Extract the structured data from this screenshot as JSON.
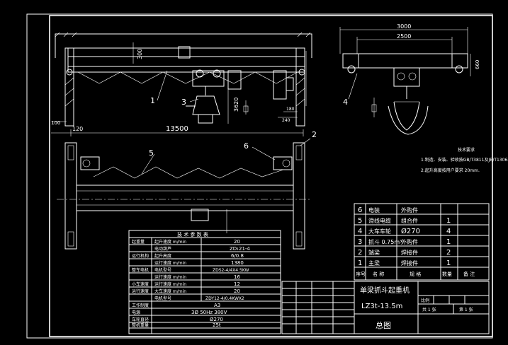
{
  "callouts": [
    "1",
    "2",
    "3",
    "4",
    "5",
    "6"
  ],
  "dims": {
    "span": "13500",
    "left_offset": "120",
    "left_small": "100",
    "height_main": "3620",
    "beam_h": "300",
    "right_w1": "180",
    "right_w2": "240",
    "side_total": "3000",
    "side_inner": "2500",
    "side_h": "660"
  },
  "notes": {
    "title": "技术要求",
    "line1": "1.制造、安装、验收按GB/T3811及JB/T1306-94.",
    "line2": "2.起升高度按用户要求 20mm."
  },
  "parts_table": {
    "rows": [
      {
        "no": "6",
        "name": "电装",
        "qty": "",
        "note": "外购件"
      },
      {
        "no": "5",
        "name": "滑线电缆",
        "qty": "1",
        "note": "组合件"
      },
      {
        "no": "4",
        "name": "大车车轮",
        "qty": "4",
        "note": "Ø270"
      },
      {
        "no": "3",
        "name": "抓斗 0.75m³",
        "qty": "1",
        "note": "外购件"
      },
      {
        "no": "2",
        "name": "端梁",
        "qty": "2",
        "note": "焊接件"
      },
      {
        "no": "1",
        "name": "主梁",
        "qty": "1",
        "note": "焊接件"
      }
    ],
    "header": [
      "序号",
      "名  称",
      "规  格",
      "数量",
      "备  注"
    ]
  },
  "spec_table": {
    "header": "技  术  参  数  表",
    "rows": [
      [
        "起重量",
        "起升速度 m/min",
        "20"
      ],
      [
        "",
        "电动葫芦",
        "ZD₁21-4"
      ],
      [
        "运行机构",
        "起升高度",
        "6/0.8"
      ],
      [
        "",
        "运行速度 m/min",
        "1380"
      ],
      [
        "整车电机",
        "电机型号",
        "ZDS2-4/4X4.5KW"
      ],
      [
        "",
        "运行速度 m/min",
        "16"
      ],
      [
        "小车速度",
        "运行速度 m/min",
        "12"
      ],
      [
        "运行速度",
        "大车速度 m/min",
        "20"
      ],
      [
        "",
        "电机型号",
        "ZDY12-4/0.4KWX2"
      ],
      [
        "工作制度",
        "",
        "A3"
      ],
      [
        "电源",
        "",
        "3Ø 50Hz 380V"
      ],
      [
        "车轮直径",
        "",
        "Ø270"
      ],
      [
        "整机重量",
        "",
        "25t"
      ]
    ]
  },
  "title_block": {
    "name": "单梁抓斗起重机",
    "model": "LZ3t-13.5m",
    "sub": "总图",
    "scale_label": "比例",
    "sheet": "共 1 张",
    "sheet2": "第 1 张"
  }
}
